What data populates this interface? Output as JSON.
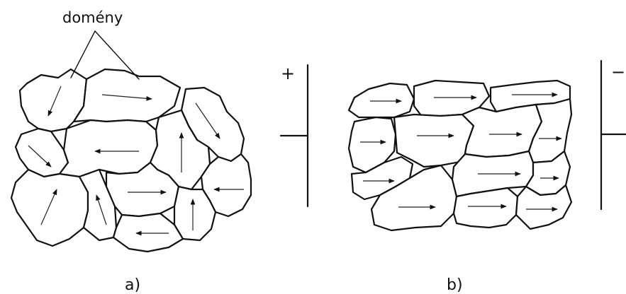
{
  "labels": {
    "domains": "domény",
    "panel_a": "a)",
    "panel_b": "b)",
    "plus_sign": "+",
    "minus_sign": "−"
  }
}
